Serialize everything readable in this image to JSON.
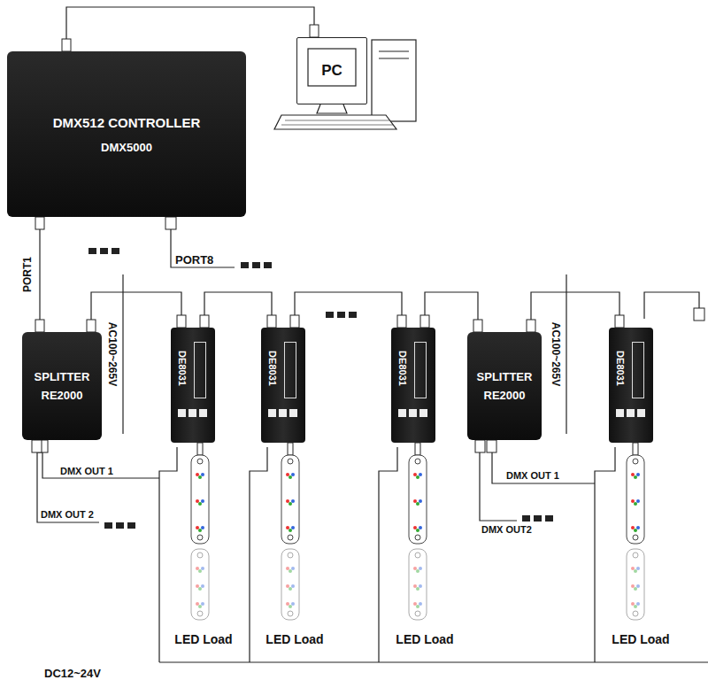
{
  "diagram": {
    "nodes": [
      {
        "text": [
          "DMX512 CONTROLLER",
          "DMX5000"
        ]
      },
      {
        "text": [
          "PC"
        ]
      },
      {
        "text": [
          "SPLITTER",
          "RE2000"
        ]
      },
      {
        "text": [
          "DE8031"
        ]
      },
      {
        "text": [
          "DE8031"
        ]
      },
      {
        "text": [
          "DE8031"
        ]
      },
      {
        "text": [
          "SPLITTER",
          "RE2000"
        ]
      },
      {
        "text": [
          "DE8031"
        ]
      }
    ],
    "edges": [
      {
        "from": 0,
        "to": 1,
        "arrow": "none"
      },
      {
        "from": 0,
        "to": 2,
        "label": "PORT1",
        "arrow": "none"
      },
      {
        "from": 2,
        "to": 3,
        "arrow": "none"
      },
      {
        "from": 3,
        "to": 4,
        "arrow": "none"
      },
      {
        "from": 4,
        "to": 5,
        "arrow": "none"
      },
      {
        "from": 5,
        "to": 6,
        "arrow": "none"
      },
      {
        "from": 6,
        "to": 7,
        "arrow": "none"
      }
    ],
    "labels": [
      "PORT8",
      "AC100~265V",
      "AC100~265V",
      "DMX OUT 1",
      "DMX OUT 2",
      "DMX OUT 1",
      "DMX OUT2",
      "LED Load",
      "LED Load",
      "LED Load",
      "LED Load",
      "DC12~24V"
    ]
  }
}
